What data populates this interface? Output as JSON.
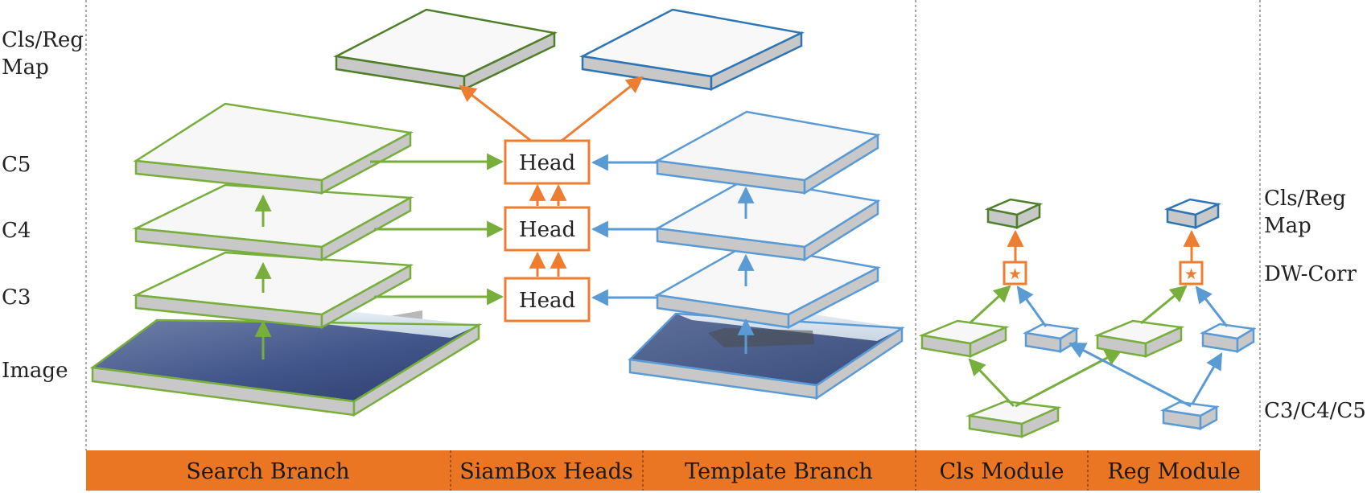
{
  "colors": {
    "green": "#78ae3c",
    "dark_green": "#4f7f2a",
    "blue": "#5b9bd5",
    "dark_blue": "#2e75b6",
    "orange": "#ed7d31",
    "bar": "#ea7522",
    "layer_side": "#c8c8c8"
  },
  "left_labels": {
    "cls_reg_map": [
      "Cls/Reg",
      "Map"
    ],
    "c5": "C5",
    "c4": "C4",
    "c3": "C3",
    "image": "Image"
  },
  "right_labels": {
    "cls_reg_map": [
      "Cls/Reg",
      "Map"
    ],
    "dw_corr": "DW-Corr",
    "c3c4c5": "C3/C4/C5"
  },
  "heads": {
    "label": "Head"
  },
  "module_icons": {
    "corr": "star-icon"
  },
  "bottom_bar": {
    "sections": [
      "Search Branch",
      "SiamBox Heads",
      "Template Branch",
      "Cls Module",
      "Reg Module"
    ]
  }
}
